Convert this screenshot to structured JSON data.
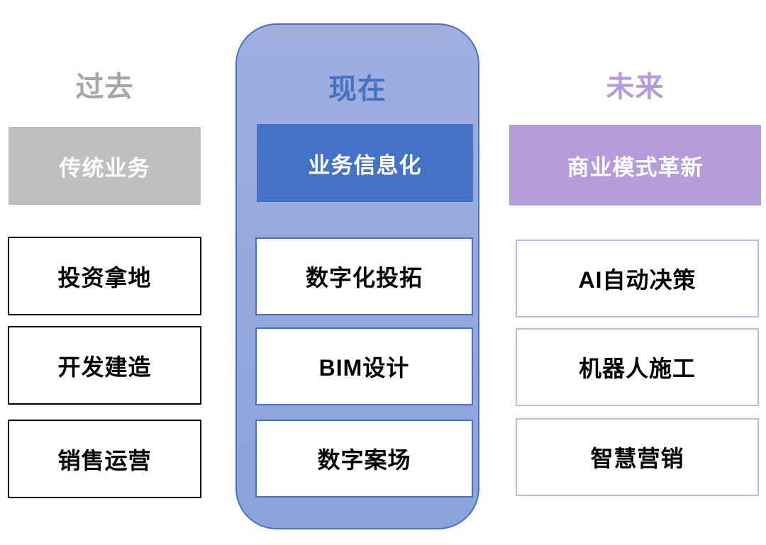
{
  "columns": [
    {
      "id": "past",
      "title": "过去",
      "header": "传统业务",
      "items": [
        "投资拿地",
        "开发建造",
        "销售运营"
      ]
    },
    {
      "id": "present",
      "title": "现在",
      "header": "业务信息化",
      "items": [
        "数字化投拓",
        "BIM设计",
        "数字案场"
      ]
    },
    {
      "id": "future",
      "title": "未来",
      "header": "商业模式革新",
      "items": [
        "AI自动决策",
        "机器人施工",
        "智慧营销"
      ]
    }
  ],
  "colors": {
    "background": "#ffffff",
    "past_title": "#a6a6a6",
    "past_header_fill": "#bfbfbf",
    "past_item_border": "#000000",
    "present_title": "#4472c4",
    "present_container_top": "#a0aee0",
    "present_container_bottom": "#8ba3db",
    "present_container_border": "#4472c4",
    "present_header_fill": "#4472c4",
    "present_item_border": "#4472c4",
    "future_title": "#b49bdc",
    "future_header_fill": "#b59cdb",
    "future_item_border": "#cdb4e8",
    "header_text": "#ffffff",
    "item_text": "#000000"
  }
}
